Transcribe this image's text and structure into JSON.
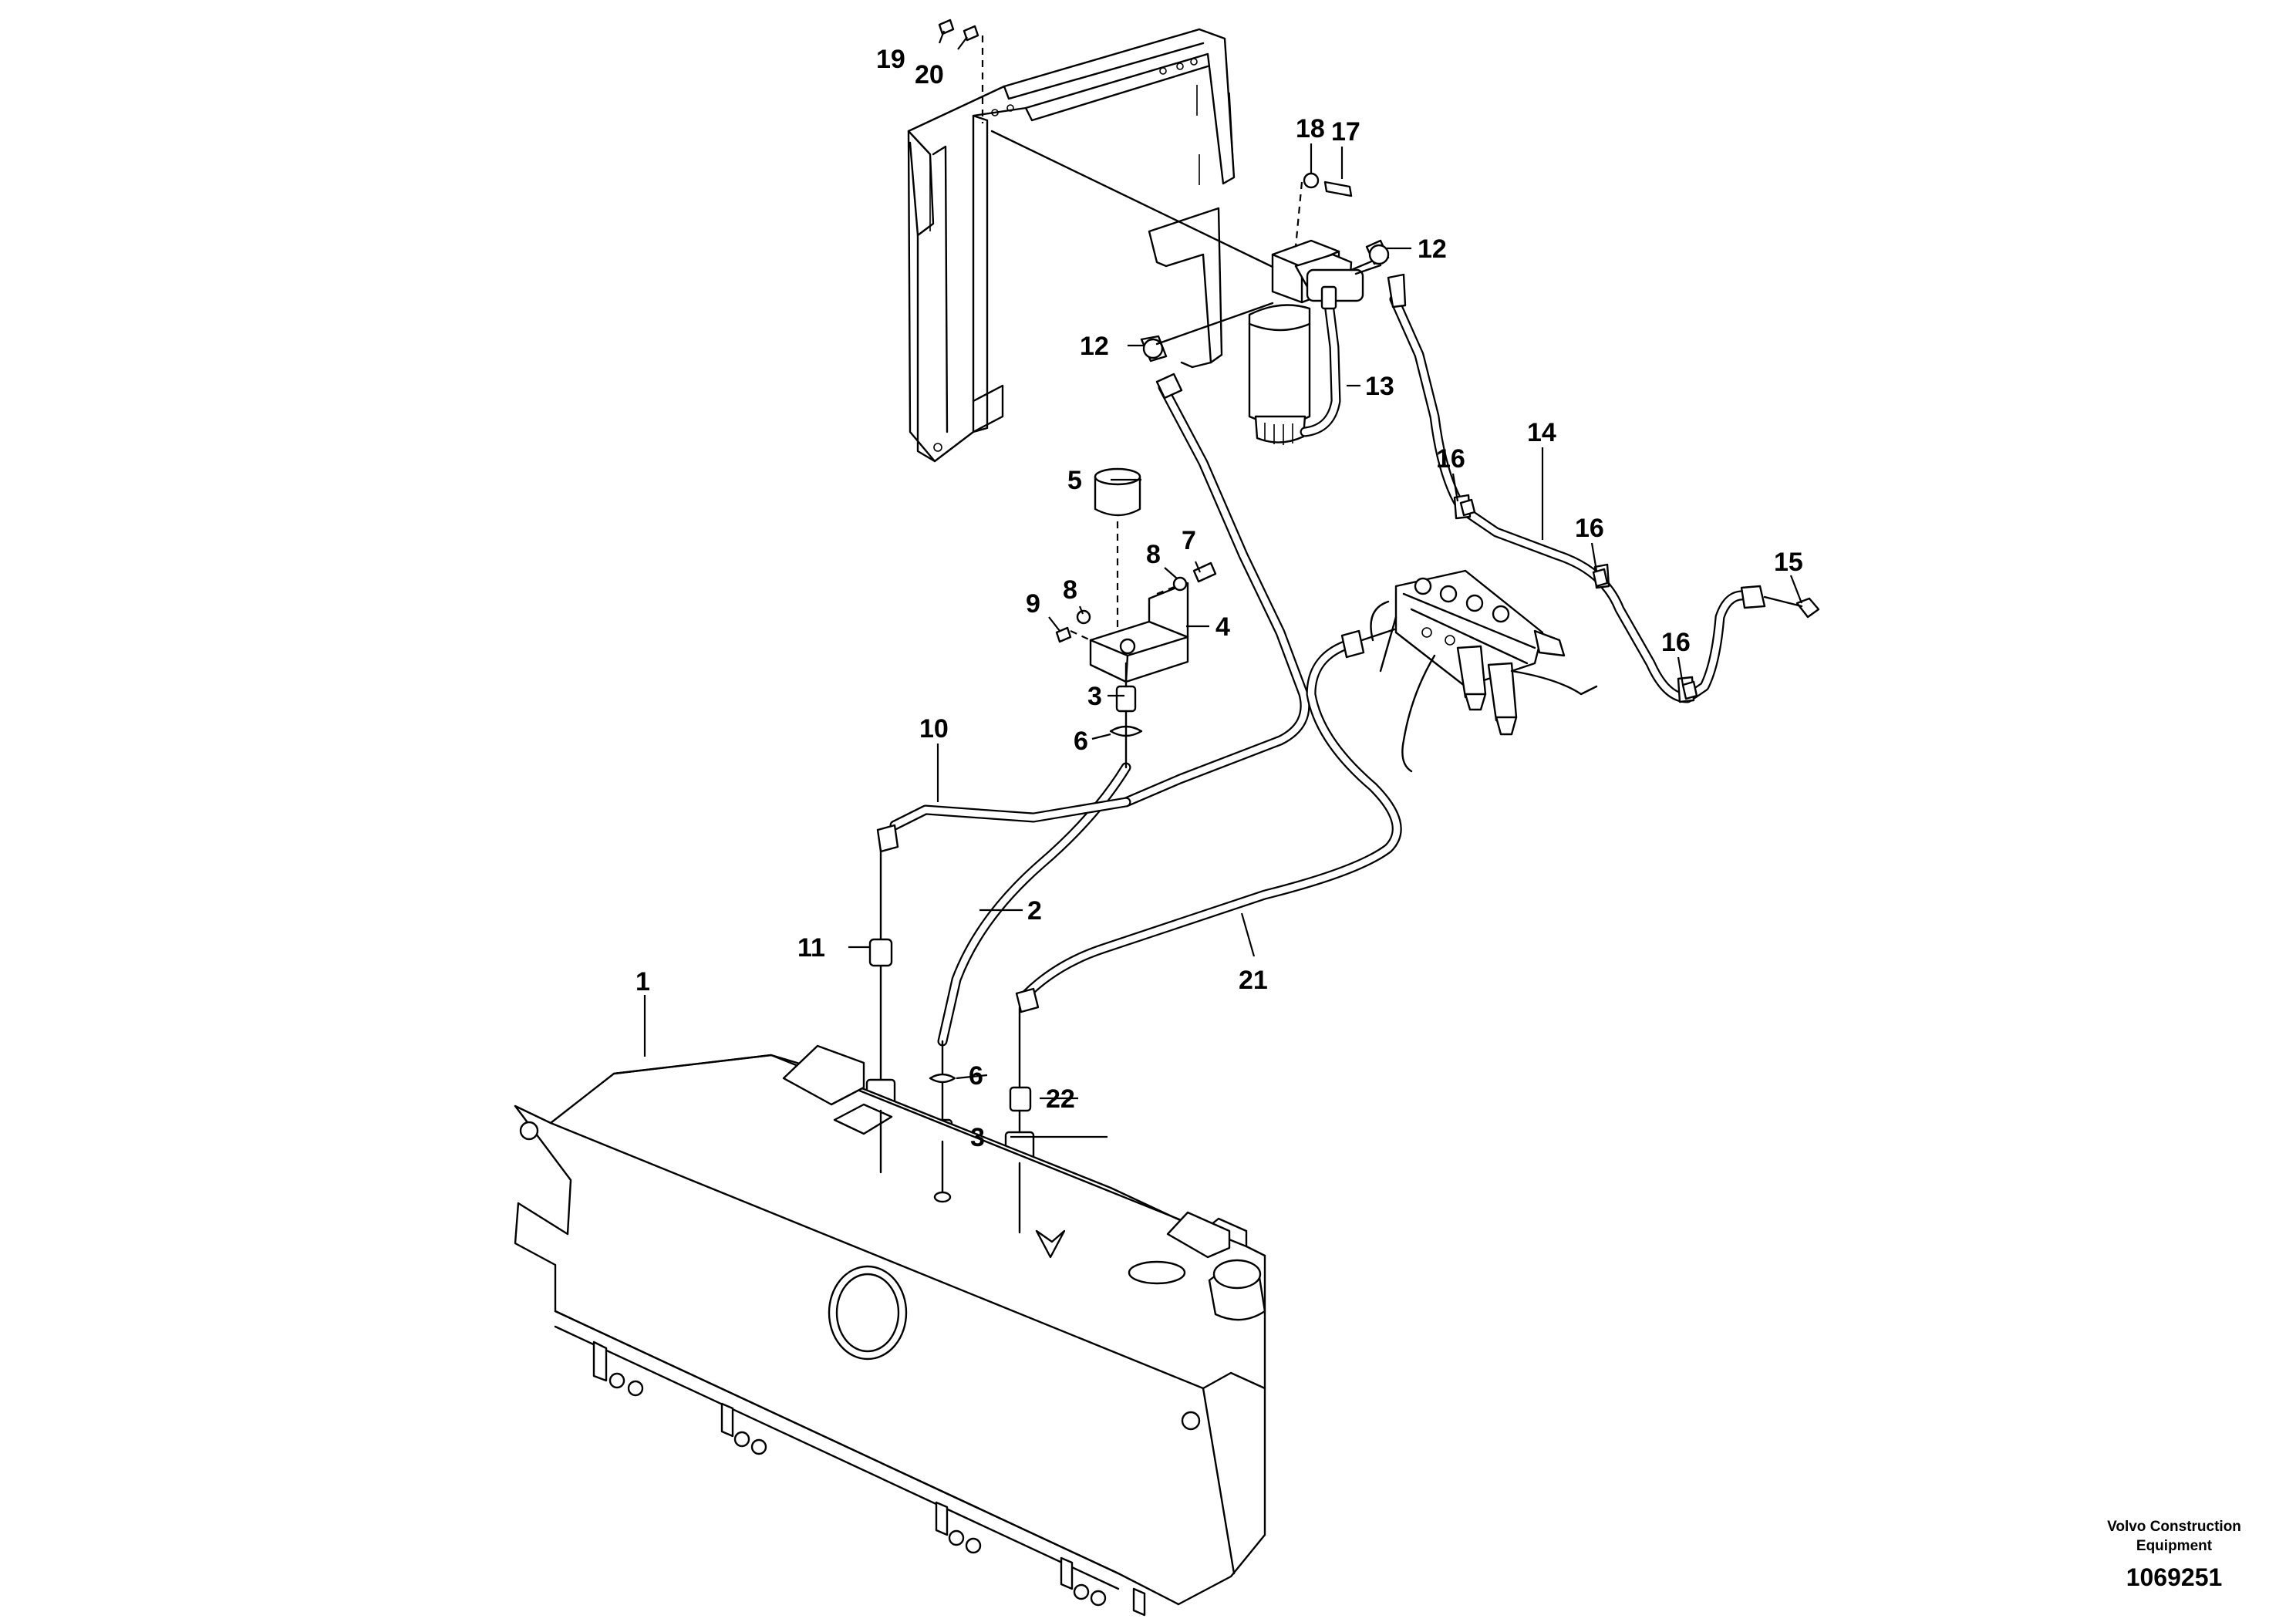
{
  "callouts": {
    "c1": "1",
    "c2": "2",
    "c3a": "3",
    "c3b": "3",
    "c4": "4",
    "c5": "5",
    "c6a": "6",
    "c6b": "6",
    "c7": "7",
    "c8a": "8",
    "c8b": "8",
    "c9": "9",
    "c10": "10",
    "c11": "11",
    "c12a": "12",
    "c12b": "12",
    "c13": "13",
    "c14": "14",
    "c15": "15",
    "c16a": "16",
    "c16b": "16",
    "c16c": "16",
    "c17": "17",
    "c18": "18",
    "c19": "19",
    "c20": "20",
    "c21": "21",
    "c22": "22"
  },
  "footer": {
    "brand_line1": "Volvo Construction",
    "brand_line2": "Equipment",
    "drawing_number": "1069251"
  }
}
